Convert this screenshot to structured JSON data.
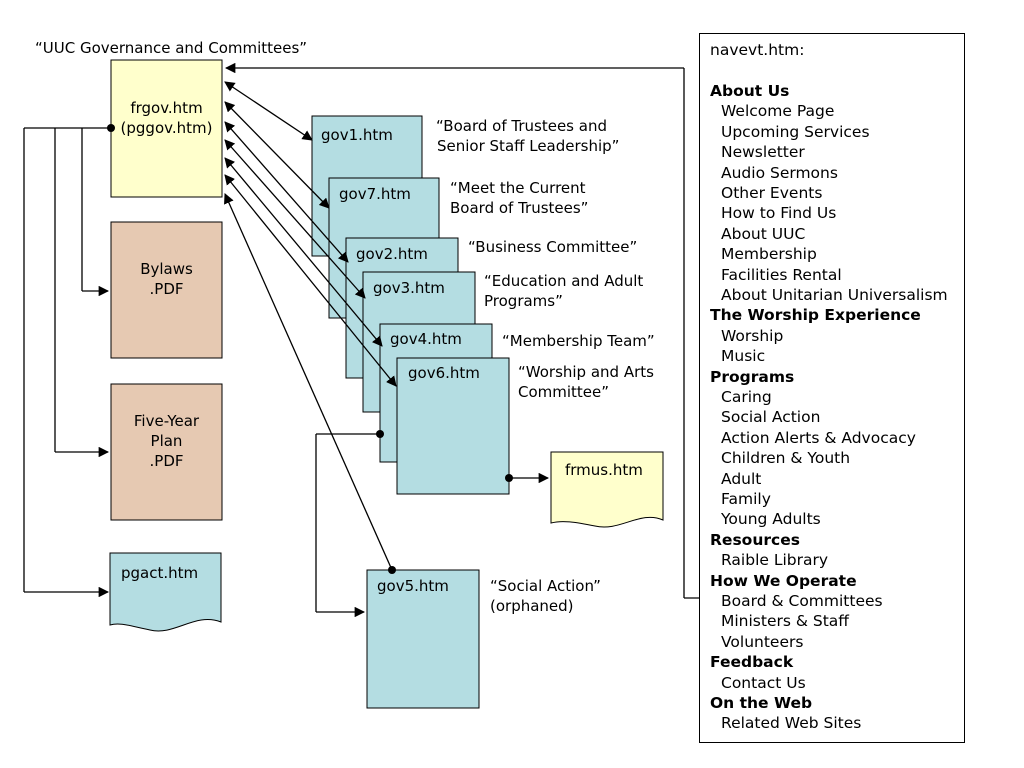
{
  "title": "“UUC Governance and Committees”",
  "colors": {
    "yellow": "#ffffcc",
    "tan": "#e6c9b2",
    "cyan": "#b4dde2"
  },
  "left": {
    "frgov_line1": "frgov.htm",
    "frgov_line2": "(pggov.htm)",
    "bylaws_line1": "Bylaws",
    "bylaws_line2": ".PDF",
    "fiveyear_line1": "Five-Year",
    "fiveyear_line2": "Plan",
    "fiveyear_line3": ".PDF",
    "pgact": "pgact.htm"
  },
  "gov": {
    "gov1": "gov1.htm",
    "gov7": "gov7.htm",
    "gov2": "gov2.htm",
    "gov3": "gov3.htm",
    "gov4": "gov4.htm",
    "gov6": "gov6.htm",
    "gov5": "gov5.htm",
    "frmus": "frmus.htm"
  },
  "captions": {
    "gov1_a": "“Board of Trustees and",
    "gov1_b": "Senior Staff Leadership”",
    "gov7_a": "“Meet the Current",
    "gov7_b": "Board of Trustees”",
    "gov2": "“Business Committee”",
    "gov3_a": "“Education and Adult",
    "gov3_b": "Programs”",
    "gov4": "“Membership Team”",
    "gov6_a": "“Worship and Arts",
    "gov6_b": "Committee”",
    "gov5_a": "“Social Action”",
    "gov5_b": "(orphaned)"
  },
  "nav": {
    "file": "navevt.htm:",
    "rows": [
      {
        "k": "h",
        "t": "About Us"
      },
      {
        "k": "i",
        "t": "Welcome Page"
      },
      {
        "k": "i",
        "t": "Upcoming Services"
      },
      {
        "k": "i",
        "t": "Newsletter"
      },
      {
        "k": "i",
        "t": "Audio Sermons"
      },
      {
        "k": "i",
        "t": "Other Events"
      },
      {
        "k": "i",
        "t": "How to Find Us"
      },
      {
        "k": "i",
        "t": "About UUC"
      },
      {
        "k": "i",
        "t": "Membership"
      },
      {
        "k": "i",
        "t": "Facilities Rental"
      },
      {
        "k": "i",
        "t": "About Unitarian Universalism"
      },
      {
        "k": "h",
        "t": "The Worship Experience"
      },
      {
        "k": "i",
        "t": "Worship"
      },
      {
        "k": "i",
        "t": "Music"
      },
      {
        "k": "h",
        "t": "Programs"
      },
      {
        "k": "i",
        "t": "Caring"
      },
      {
        "k": "i",
        "t": "Social Action"
      },
      {
        "k": "i",
        "t": "Action Alerts & Advocacy"
      },
      {
        "k": "i",
        "t": "Children & Youth"
      },
      {
        "k": "i",
        "t": "Adult"
      },
      {
        "k": "i",
        "t": "Family"
      },
      {
        "k": "i",
        "t": "Young Adults"
      },
      {
        "k": "h",
        "t": "Resources"
      },
      {
        "k": "i",
        "t": "Raible Library"
      },
      {
        "k": "h",
        "t": "How We Operate"
      },
      {
        "k": "i",
        "t": "Board & Committees"
      },
      {
        "k": "i",
        "t": "Ministers & Staff"
      },
      {
        "k": "i",
        "t": "Volunteers"
      },
      {
        "k": "h",
        "t": "Feedback"
      },
      {
        "k": "i",
        "t": "Contact Us"
      },
      {
        "k": "h",
        "t": "On the Web"
      },
      {
        "k": "i",
        "t": "Related Web Sites"
      }
    ]
  }
}
